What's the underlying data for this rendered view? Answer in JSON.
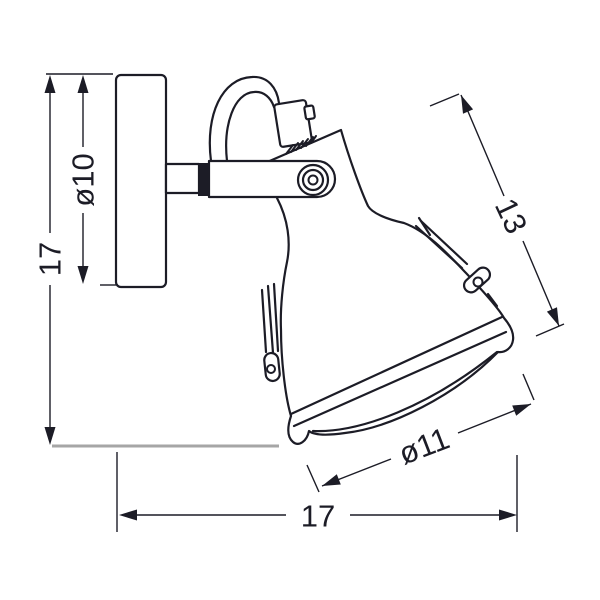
{
  "drawing": {
    "dimension_labels": {
      "total_height": "17",
      "base_diameter": "ø10",
      "arm_length": "13",
      "shade_diameter": "ø11",
      "total_width": "17"
    },
    "colors": {
      "line": "#1c1c26",
      "wall_reference": "#a6a6a6",
      "background": "#ffffff"
    }
  }
}
